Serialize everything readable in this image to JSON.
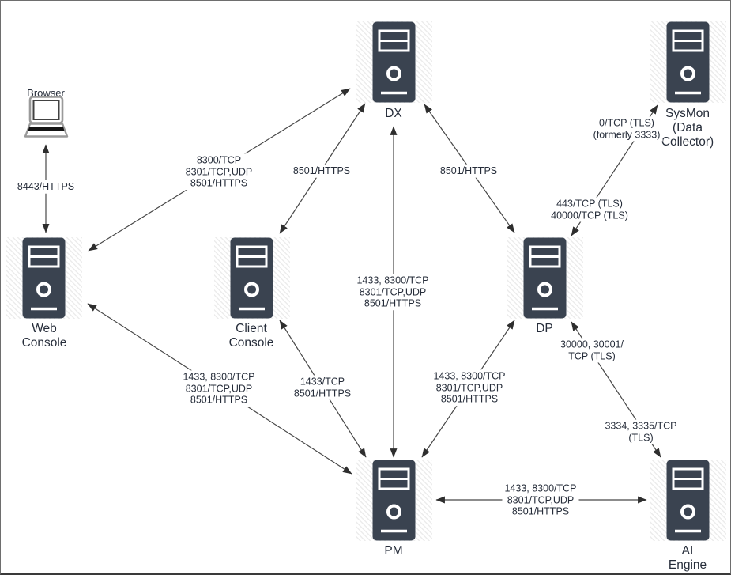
{
  "nodes": {
    "browser": {
      "label": "Browser"
    },
    "dx": {
      "label": "DX"
    },
    "sysmon": {
      "label": "SysMon\n(Data\nCollector)"
    },
    "web_console": {
      "label": "Web\nConsole"
    },
    "client_console": {
      "label": "Client\nConsole"
    },
    "dp": {
      "label": "DP"
    },
    "pm": {
      "label": "PM"
    },
    "ai_engine": {
      "label": "AI Engine"
    }
  },
  "edge_labels": {
    "browser_web": "8443/HTTPS",
    "web_dx": "8300/TCP\n8301/TCP,UDP\n8501/HTTPS",
    "client_dx": "8501/HTTPS",
    "dx_dp": "8501/HTTPS",
    "pm_dx": "1433, 8300/TCP\n8301/TCP,UDP\n8501/HTTPS",
    "web_pm": "1433, 8300/TCP\n8301/TCP,UDP\n8501/HTTPS",
    "client_pm": "1433/TCP\n8501/HTTPS",
    "pm_dp": "1433, 8300/TCP\n8301/TCP,UDP\n8501/HTTPS",
    "dp_sysmon_a": "0/TCP (TLS)\n(formerly 3333)",
    "dp_sysmon_b": "443/TCP (TLS)\n40000/TCP (TLS)",
    "dp_ai_a": "30000, 30001/\nTCP (TLS)",
    "dp_ai_b": "3334, 3335/TCP\n(TLS)",
    "pm_ai": "1433, 8300/TCP\n8301/TCP,UDP\n8501/HTTPS"
  },
  "colors": {
    "server_body": "#3a4350",
    "line": "#474747",
    "text": "#262d3a"
  }
}
